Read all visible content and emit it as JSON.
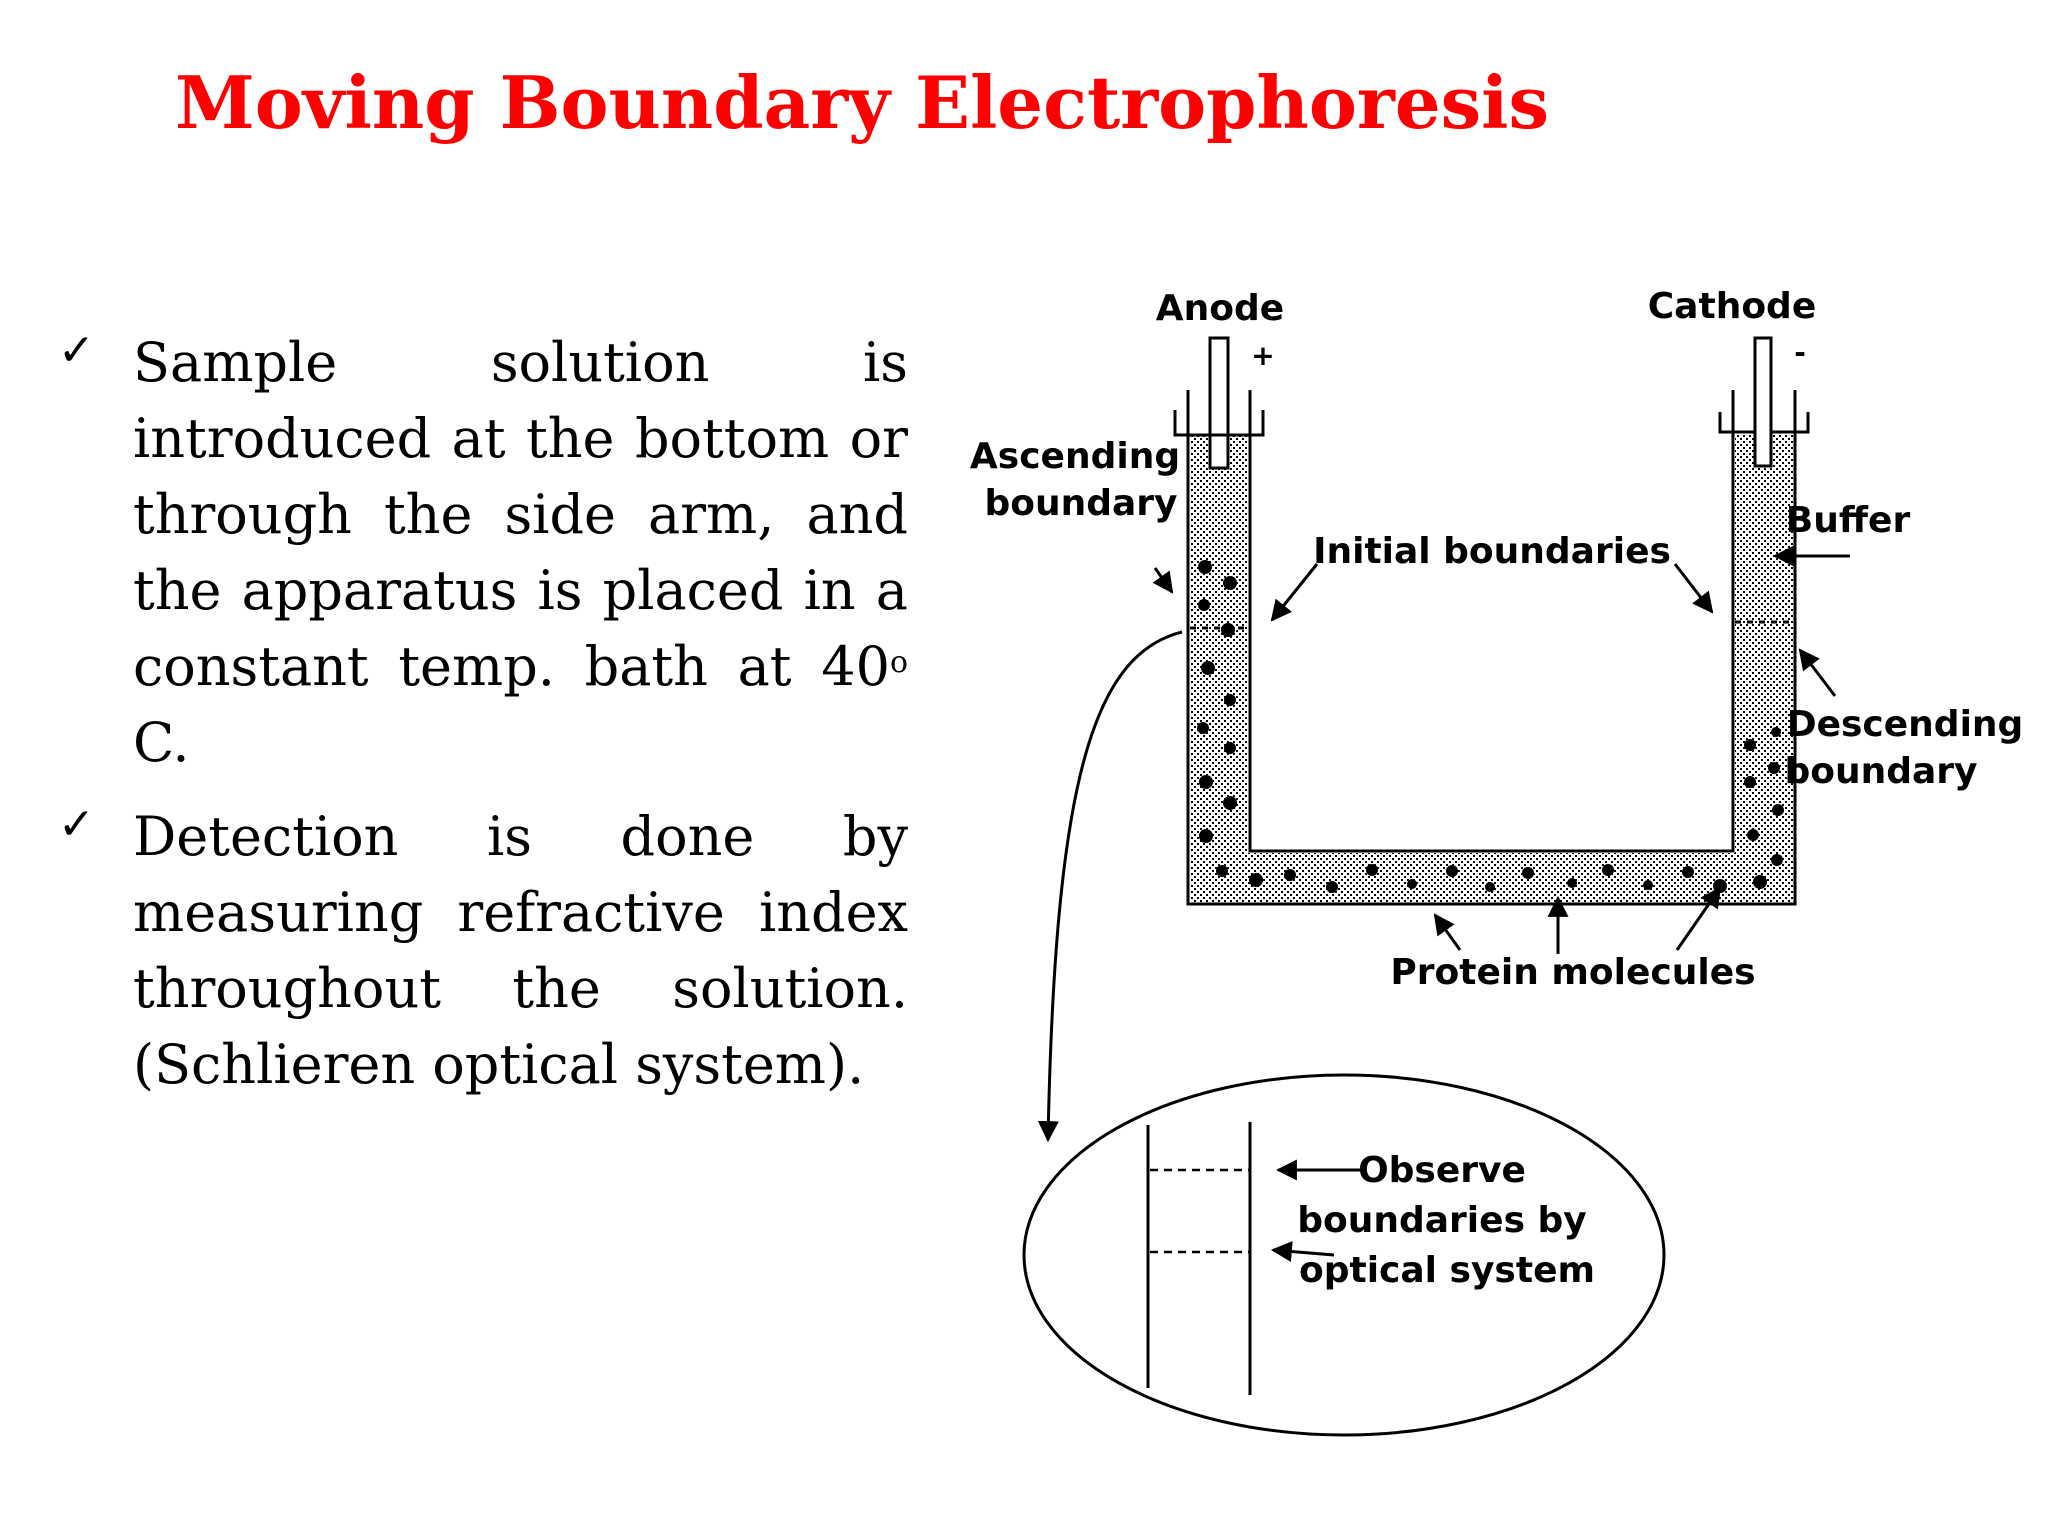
{
  "slide": {
    "title": "Moving Boundary Electrophoresis",
    "title_color": "#ff0000",
    "bullet_icon": "checkmark-icon",
    "bullets": [
      {
        "text": "Sample solution is introduced at the bottom or through the side arm, and the apparatus is placed in a constant temp. bath at 40",
        "superscript": "o",
        "text_after": " C."
      },
      {
        "text": "Detection is done by measuring refractive index throughout the solution. (Schlieren optical system)."
      }
    ]
  },
  "diagram": {
    "labels": {
      "anode": "Anode",
      "anode_sign": "+",
      "cathode": "Cathode",
      "cathode_sign": "-",
      "ascending_line1": "Ascending",
      "ascending_line2": "boundary",
      "initial_boundaries": "Initial boundaries",
      "buffer": "Buffer",
      "descending_line1": "Descending",
      "descending_line2": "boundary",
      "protein_molecules": "Protein molecules",
      "observe_line1": "Observe",
      "observe_line2": "boundaries by",
      "observe_line3": "optical system"
    }
  }
}
